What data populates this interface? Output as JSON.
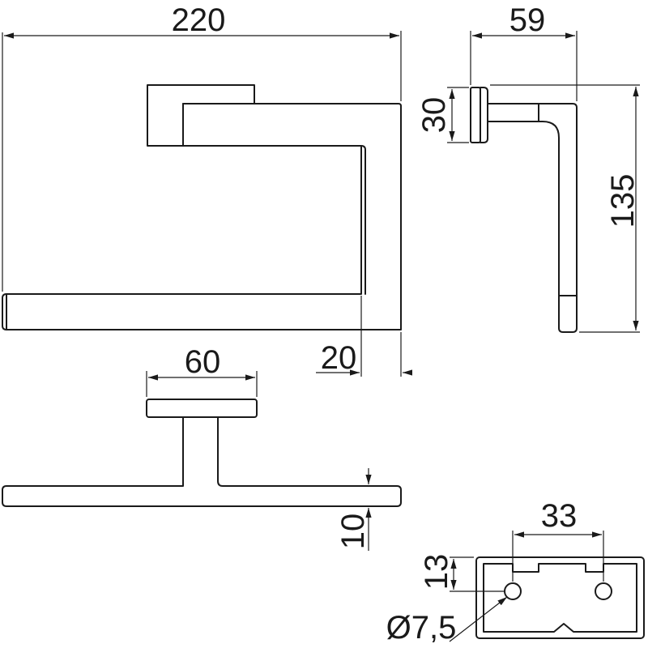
{
  "dimensions": {
    "width_total": "220",
    "depth": "59",
    "plate_height": "30",
    "height_total": "135",
    "bar_width": "20",
    "plate_width": "60",
    "bar_thickness": "10",
    "hole_spacing": "33",
    "hole_offset": "13",
    "hole_diameter": "Ø7,5"
  },
  "colors": {
    "line": "#1a1a1a",
    "background": "#ffffff"
  }
}
